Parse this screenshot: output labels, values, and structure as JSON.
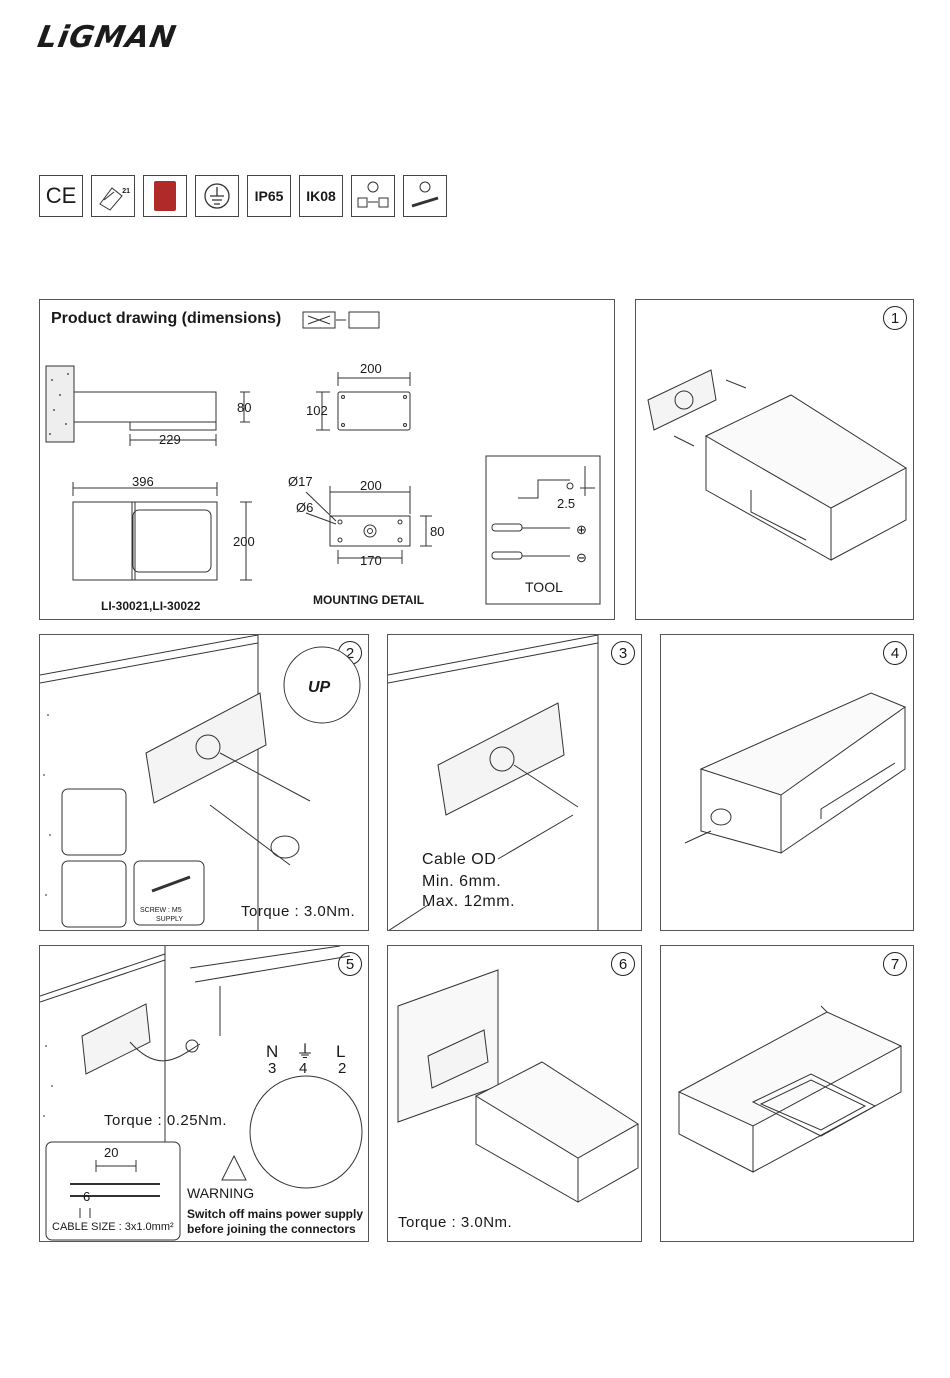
{
  "brand": "LiGMAN",
  "certs": [
    "CE",
    "21",
    "",
    "",
    "IP65",
    "IK08",
    "",
    ""
  ],
  "product_drawing": {
    "title": "Product drawing (dimensions)",
    "dims": {
      "side_h": "80",
      "side_w": "229",
      "top_w": "200",
      "top_h": "102",
      "front_w": "396",
      "front_h": "200",
      "d17": "Ø17",
      "d6": "Ø6",
      "mount_w": "200",
      "mount_h": "80",
      "mount_hole": "170"
    },
    "models": "LI-30021,LI-30022",
    "mounting": "MOUNTING DETAIL",
    "tool": {
      "allen": "2.5",
      "label": "TOOL",
      "plus": "⊕",
      "minus": "⊖"
    }
  },
  "steps": {
    "s1": "1",
    "s2": "2",
    "s3": "3",
    "s4": "4",
    "s5": "5",
    "s6": "6",
    "s7": "7"
  },
  "step2": {
    "up": "UP",
    "screw": "SCREW : M5",
    "supply": "SUPPLY",
    "torque": "Torque : 3.0Nm."
  },
  "step3": {
    "l1": "Cable OD",
    "l2": "Min. 6mm.",
    "l3": "Max. 12mm."
  },
  "step5": {
    "N": "N",
    "E": "⏚",
    "L": "L",
    "n3": "3",
    "n4": "4",
    "n2": "2",
    "torque": "Torque : 0.25Nm.",
    "strip20": "20",
    "strip6": "6",
    "cable": "CABLE SIZE : 3x1.0mm²",
    "warning": "WARNING",
    "warn1": "Switch off mains power supply",
    "warn2": "before joining the connectors"
  },
  "step6": {
    "torque": "Torque : 3.0Nm."
  }
}
